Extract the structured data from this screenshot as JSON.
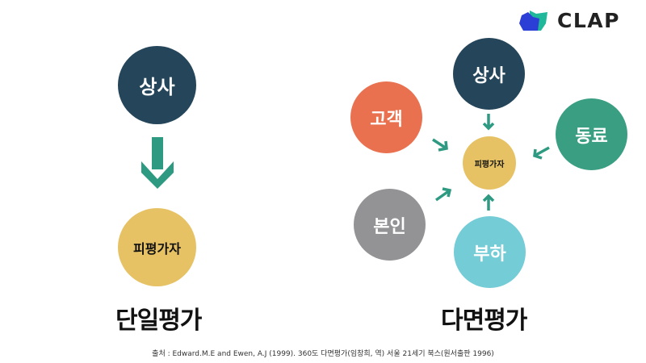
{
  "logo": {
    "text": "CLAP",
    "icon": "clap-logo-icon",
    "colors": {
      "blue": "#2b3ed6",
      "teal": "#1fb89a",
      "text": "#222222"
    }
  },
  "left_diagram": {
    "title": "단일평가",
    "top_node": {
      "label": "상사",
      "color": "#25465a"
    },
    "arrow": {
      "icon": "arrow-down-icon",
      "color": "#2f9a82"
    },
    "bottom_node": {
      "label": "피평가자",
      "color": "#e6c265"
    }
  },
  "right_diagram": {
    "title": "다면평가",
    "center_node": {
      "label": "피평가자",
      "color": "#e6c265"
    },
    "nodes": [
      {
        "id": "boss",
        "label": "상사",
        "color": "#25465a"
      },
      {
        "id": "customer",
        "label": "고객",
        "color": "#e9714f"
      },
      {
        "id": "peer",
        "label": "동료",
        "color": "#3a9e82"
      },
      {
        "id": "self",
        "label": "본인",
        "color": "#939396"
      },
      {
        "id": "subordinate",
        "label": "부하",
        "color": "#74ccd6"
      }
    ],
    "arrow_color": "#2f9a82"
  },
  "source": "출처 : Edward.M.E and Ewen, A.J (1999). 360도 다면평가(임창희, 역) 서울 21세기 북스(원서출판 1996)"
}
